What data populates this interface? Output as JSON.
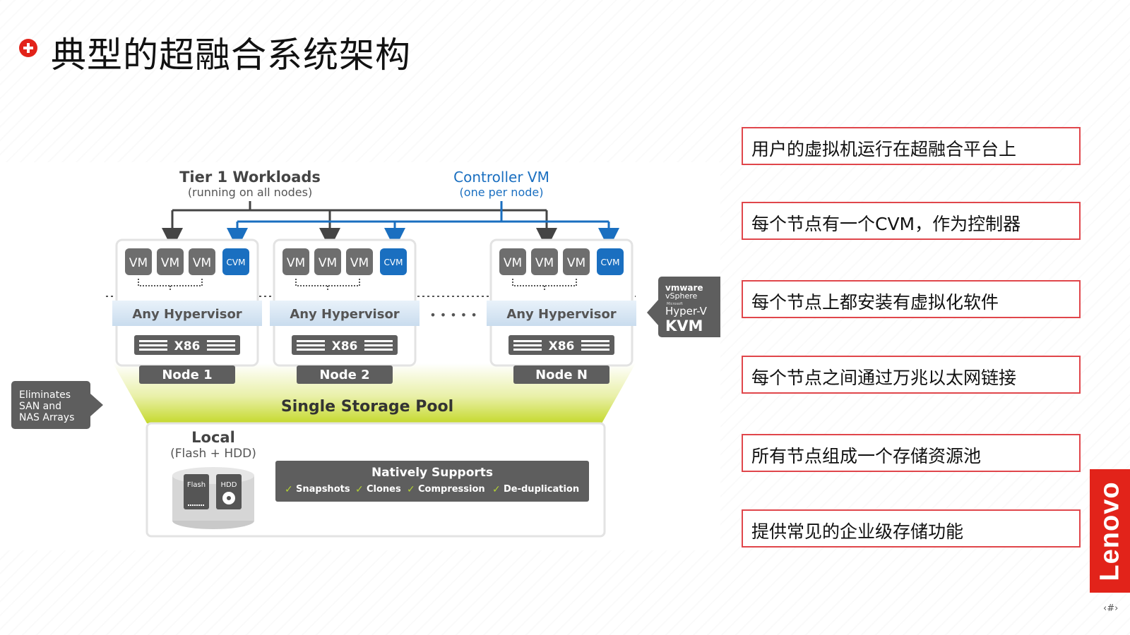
{
  "slide": {
    "title": "典型的超融合系统架构",
    "page_number": "‹#›",
    "brand": "Lenovo",
    "colors": {
      "accent": "#e2231a",
      "callout_border": "#e0464b",
      "cvm_blue": "#1a6fc0",
      "pool_green": "#c5d92d"
    }
  },
  "diagram": {
    "tier1_title": "Tier 1 Workloads",
    "tier1_sub": "(running on all nodes)",
    "controller_title": "Controller VM",
    "controller_sub": "(one per node)",
    "vm_label": "VM",
    "cvm_label": "CVM",
    "hypervisor_label": "Any Hypervisor",
    "x86_label": "X86",
    "ellipsis": "• • • • •",
    "nodes": [
      "Node 1",
      "Node 2",
      "Node N"
    ],
    "hypervisor_box": {
      "vmware": "vmware",
      "vsphere": "vSphere",
      "microsoft": "Microsoft",
      "hyperv": "Hyper-V",
      "kvm": "KVM"
    },
    "eliminates": [
      "Eliminates",
      "SAN and",
      "NAS Arrays"
    ],
    "pool_label": "Single Storage Pool",
    "local_title": "Local",
    "local_sub": "(Flash + HDD)",
    "flash_label": "Flash",
    "hdd_label": "HDD",
    "natively_title": "Natively Supports",
    "features": [
      "Snapshots",
      "Clones",
      "Compression",
      "De-duplication"
    ]
  },
  "callouts": [
    "用户的虚拟机运行在超融合平台上",
    "每个节点有一个CVM，作为控制器",
    "每个节点上都安装有虚拟化软件",
    "每个节点之间通过万兆以太网链接",
    "所有节点组成一个存储资源池",
    "提供常见的企业级存储功能"
  ]
}
